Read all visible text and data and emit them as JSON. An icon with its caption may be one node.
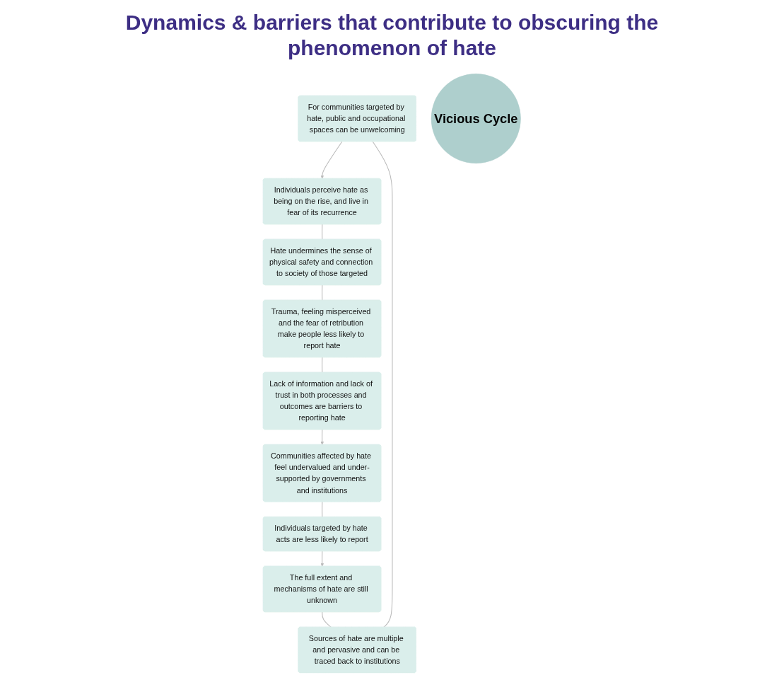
{
  "diagram": {
    "title": "Dynamics & barriers that contribute to obscuring the phenomenon of hate",
    "nodes": [
      {
        "text": [
          "For communities targeted by hate, public and occupational spaces can be unwelcoming"
        ]
      },
      {
        "text": [
          "Individuals perceive hate as being on the rise, and live in fear of its recurrence"
        ]
      },
      {
        "text": [
          "Hate undermines the sense of physical safety and connection to society of those targeted"
        ]
      },
      {
        "text": [
          "Trauma, feeling misperceived and the fear of retribution make people less likely to report hate"
        ]
      },
      {
        "text": [
          "Lack of information and lack of trust in both processes and outcomes are barriers to reporting hate"
        ]
      },
      {
        "text": [
          "Communities affected by hate feel undervalued and under-supported by governments and institutions"
        ]
      },
      {
        "text": [
          "Individuals targeted by hate acts are less likely to report"
        ]
      },
      {
        "text": [
          "The full extent and mechanisms of hate are still unknown"
        ]
      },
      {
        "text": [
          "Sources of hate are multiple and pervasive and can be traced back to institutions"
        ]
      },
      {
        "text": [
          "Vicious Cycle"
        ]
      }
    ],
    "edges": [
      {
        "from": 0,
        "to": 1,
        "arrow": "to"
      },
      {
        "from": 1,
        "to": 2,
        "arrow": "none"
      },
      {
        "from": 2,
        "to": 3,
        "arrow": "none"
      },
      {
        "from": 3,
        "to": 4,
        "arrow": "none"
      },
      {
        "from": 4,
        "to": 5,
        "arrow": "to"
      },
      {
        "from": 5,
        "to": 6,
        "arrow": "none"
      },
      {
        "from": 6,
        "to": 7,
        "arrow": "to"
      },
      {
        "from": 7,
        "to": 8,
        "arrow": "none"
      },
      {
        "from": 8,
        "to": 0,
        "arrow": "none"
      }
    ]
  }
}
